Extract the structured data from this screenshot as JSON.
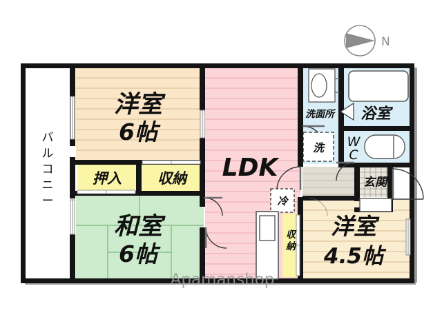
{
  "plan": {
    "watermark": "Apamanshop",
    "compass": {
      "label": "N",
      "direction": "east"
    },
    "rooms": [
      {
        "key": "balcony",
        "name": "バルコニー",
        "size": "",
        "fill": "#ffffff"
      },
      {
        "key": "youshitsu6",
        "name": "洋室",
        "size": "6帖",
        "fill": "#fbe6c8"
      },
      {
        "key": "washitsu6",
        "name": "和室",
        "size": "6帖",
        "fill": "#cdeccd"
      },
      {
        "key": "ldk",
        "name": "LDK",
        "size": "",
        "fill": "#fbd5d8"
      },
      {
        "key": "youshitsu45",
        "name": "洋室",
        "size": "4.5帖",
        "fill": "#fbedd0"
      },
      {
        "key": "senmenjo",
        "name": "洗面所",
        "size": "",
        "fill": "#d8eef5"
      },
      {
        "key": "yokushitsu",
        "name": "浴室",
        "size": "",
        "fill": "#d8eef5"
      },
      {
        "key": "wc",
        "name": "W\nC",
        "size": "",
        "fill": "#d8eef5"
      },
      {
        "key": "genkan",
        "name": "玄関",
        "size": "",
        "fill": "#e8e4dc"
      }
    ],
    "labels": {
      "balcony": "バルコニー",
      "youshitsu_name": "洋室",
      "youshitsu_size": "6帖",
      "washitsu_name": "和室",
      "washitsu_size": "6帖",
      "ldk": "LDK",
      "youshitsu45_name": "洋室",
      "youshitsu45_size": "4.5帖",
      "oshiire": "押入",
      "shuunou_top": "収納",
      "shuunou_right": "収納",
      "senmenjo": "洗面所",
      "sentaku": "洗",
      "yokushitsu": "浴室",
      "wc_w": "W",
      "wc_c": "C",
      "reizouko": "冷",
      "genkan": "玄関"
    },
    "colors": {
      "wall": "#141414",
      "balcony_fill": "#ffffff",
      "western_room": "#fbe6c8",
      "western_room_45": "#fbedd0",
      "japanese_room": "#cdeccd",
      "ldk": "#fbd5d8",
      "closet": "#fbf5a8",
      "water_area": "#d9eef6",
      "genkan": "#e9e5dd",
      "floor_line": "#c8ad8c",
      "tatami_line": "#8bbf8b",
      "ldk_line": "#e8a2ac",
      "shadow": "#8a8a8a",
      "watermark": "#9a9a9a",
      "compass": "#7a7a7a",
      "door": "#4a4a4a",
      "fixture_stroke": "#555555",
      "window": "#9a9a9a"
    }
  }
}
